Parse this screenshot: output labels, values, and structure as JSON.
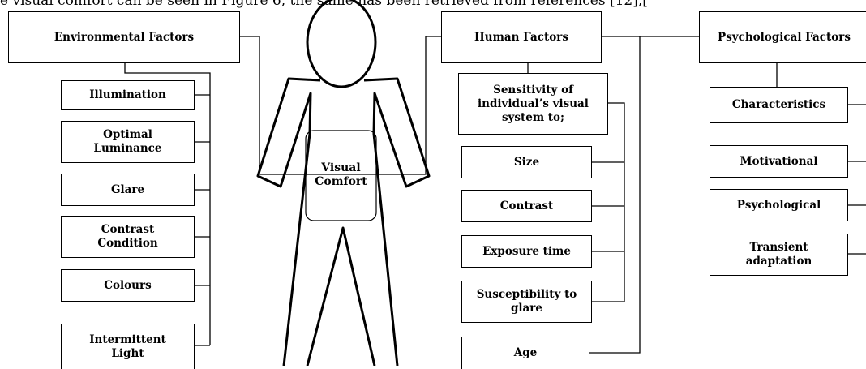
{
  "caption": "e visual comfort can be seen in Figure 6, the same has been retrieved from references [12],[",
  "center": {
    "title": "Visual\nComfort"
  },
  "environmental": {
    "title": "Environmental Factors",
    "items": [
      "Illumination",
      "Optimal\nLuminance",
      "Glare",
      "Contrast\nCondition",
      "Colours",
      "Intermittent\nLight"
    ]
  },
  "human": {
    "title": "Human Factors",
    "sensitivity": "Sensitivity of\nindividual’s visual\nsystem to;",
    "items": [
      "Size",
      "Contrast",
      "Exposure time",
      "Susceptibility to\nglare",
      "Age"
    ]
  },
  "psychological": {
    "title": "Psychological Factors",
    "items": [
      "Characteristics",
      "Motivational",
      "Psychological",
      "Transient\nadaptation"
    ]
  }
}
